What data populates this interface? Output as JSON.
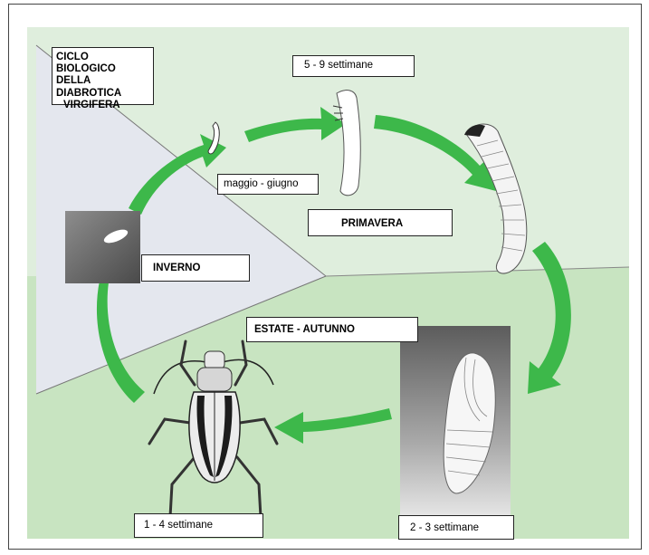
{
  "diagram": {
    "title": "CICLO BIOLOGICO DELLA DIABROTICA VIRGIFERA",
    "title_lines": [
      "CICLO BIOLOGICO",
      "DELLA DIABROTICA",
      "VIRGIFERA"
    ],
    "stage_durations": {
      "larva": "5 - 9 settimane",
      "eggs_hatching": "maggio - giugno",
      "pupa": "2 - 3  settimane",
      "adult": "1 - 4 settimane"
    },
    "seasons": {
      "winter": "INVERNO",
      "spring": "PRIMAVERA",
      "summer_autumn": "ESTATE - AUTUNNO"
    },
    "colors": {
      "arrow": "#3db84a",
      "winter_bg": "#e4e7ee",
      "spring_bg": "#e2efe1",
      "summer_bg": "#c9e5c2",
      "label_border": "#222222"
    },
    "icons": [
      "egg-icon",
      "young-larva-icon",
      "larva-icon",
      "mature-larva-icon",
      "pupa-icon",
      "beetle-icon"
    ]
  }
}
